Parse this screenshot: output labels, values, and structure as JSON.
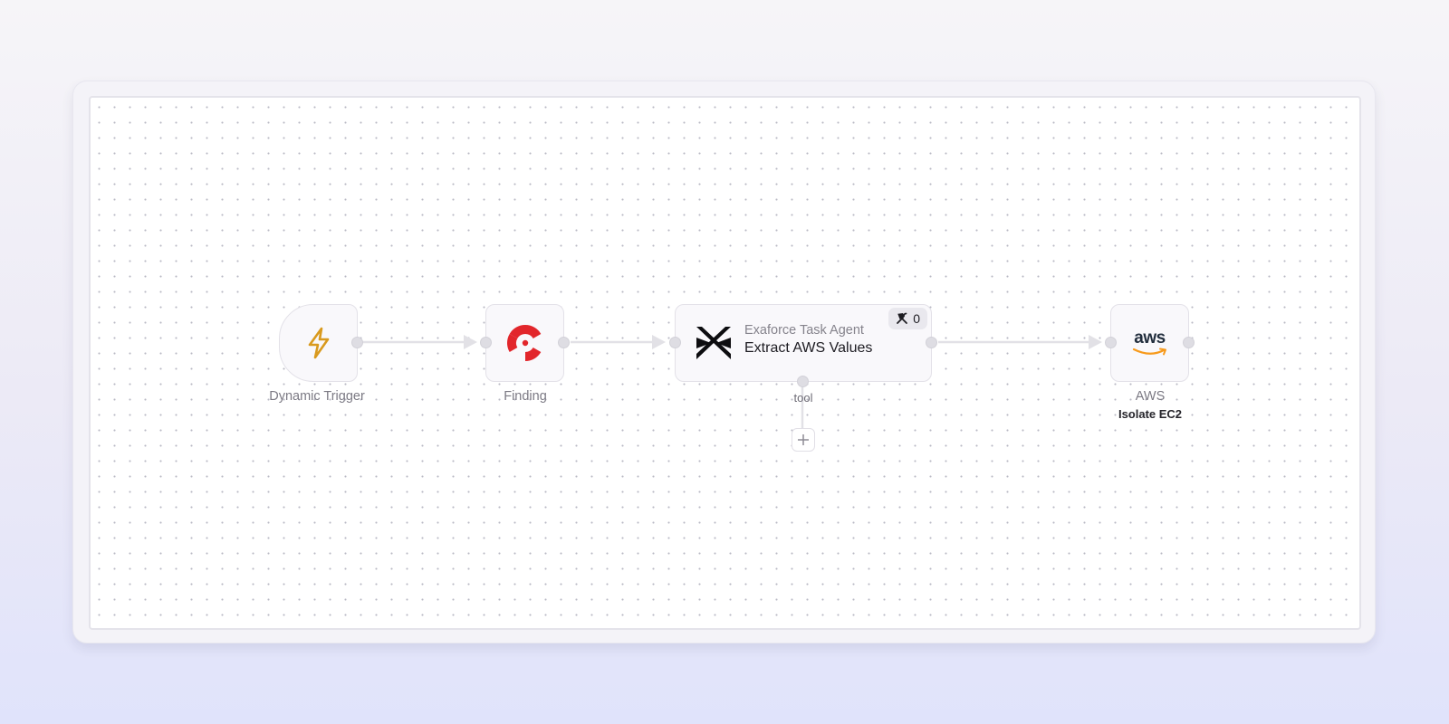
{
  "workflow": {
    "nodes": [
      {
        "id": "trigger",
        "label": "Dynamic Trigger",
        "icon": "lightning-icon"
      },
      {
        "id": "finding",
        "label": "Finding",
        "icon": "radiation-icon"
      },
      {
        "id": "agent",
        "subtitle": "Exaforce Task Agent",
        "title": "Extract AWS Values",
        "icon": "exaforce-logo-icon",
        "tools_count": "0",
        "tool_label": "tool"
      },
      {
        "id": "aws",
        "label": "AWS",
        "sublabel": "Isolate EC2",
        "logo_text": "aws",
        "icon": "aws-logo-icon"
      }
    ],
    "add_tool_glyph": "+"
  },
  "colors": {
    "trigger_icon": "#d99a1e",
    "finding_icon": "#e2262b",
    "aws_smile": "#f79a1c",
    "edge": "#e2e1e6"
  }
}
